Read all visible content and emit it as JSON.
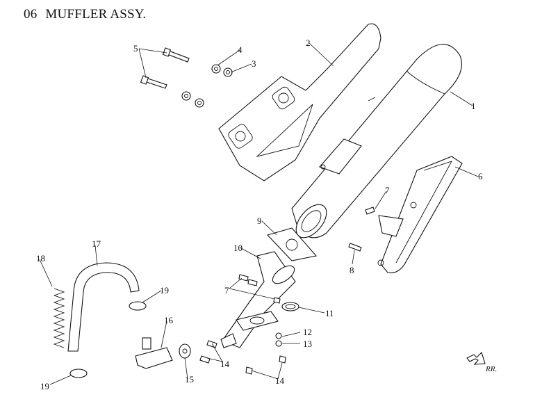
{
  "diagram": {
    "section_number": "06",
    "title": "MUFFLER ASSY.",
    "direction_label": "RR.",
    "callouts": [
      "1",
      "2",
      "3",
      "4",
      "5",
      "6",
      "7",
      "7",
      "8",
      "9",
      "10",
      "11",
      "12",
      "13",
      "14",
      "14",
      "15",
      "16",
      "17",
      "18",
      "19",
      "19"
    ]
  }
}
